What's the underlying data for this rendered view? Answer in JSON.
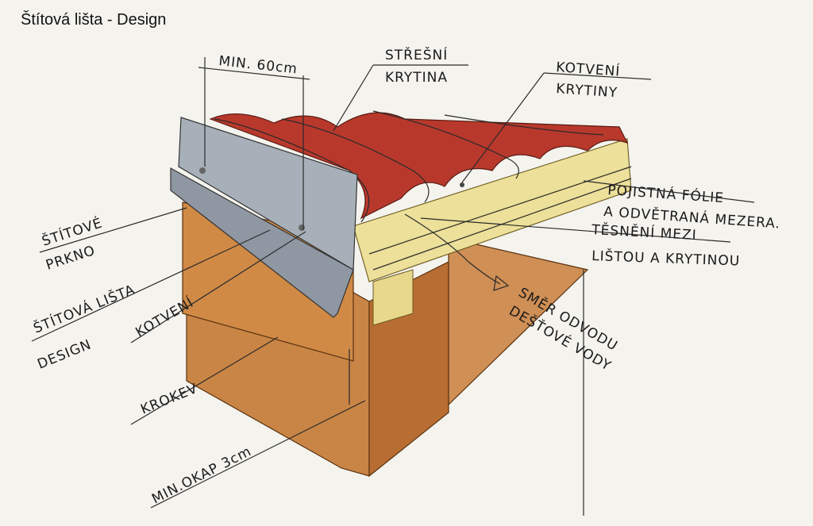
{
  "title": "Štítová lišta - Design",
  "labels": {
    "min_width": "MIN. 60cm",
    "roofing_1": "STŘEŠNÍ",
    "roofing_2": "KRYTINA",
    "anchor_roof_1": "KOTVENÍ",
    "anchor_roof_2": "KRYTINY",
    "foil_1": "POJISTNÁ FÓLIE",
    "foil_2": "A ODVĚTRANÁ MEZERA.",
    "seal_1": "TĚSNĚNÍ MEZI",
    "seal_2": "LIŠTOU A KRYTINOU",
    "board_1": "ŠTÍTOVÉ",
    "board_2": "PRKNO",
    "strip_1": "ŠTÍTOVÁ LIŠTA",
    "strip_2": "DESIGN",
    "anchor": "KOTVENÍ",
    "rafter": "KROKEV",
    "drain_1": "SMĚR ODVODU",
    "drain_2": "DEŠŤOVÉ VODY",
    "eave": "MIN.OKAP 3cm"
  },
  "colors": {
    "paper": "#f4f3ee",
    "roof_red": "#b8392c",
    "metal": "#9aa3ad",
    "wood": "#c47a3c",
    "batten": "#ecdf9a"
  }
}
